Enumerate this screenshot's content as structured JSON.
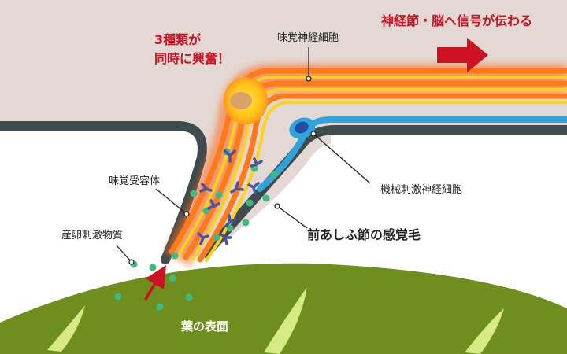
{
  "diagram": {
    "labels": {
      "three_types": "3種類が",
      "excited": "同時に興奮！",
      "taste_neuron": "味覚神経細胞",
      "signal_to_brain": "神経節・脳へ信号が伝わる",
      "taste_receptor": "味覚受容体",
      "mechano_neuron": "機械刺激神経細胞",
      "oviposition_stimulant": "産卵刺激物質",
      "sensory_hair": "前あしふ節の感覚毛",
      "leaf_surface": "葉の表面"
    },
    "colors": {
      "background_tissue": "#e3d8d3",
      "cuticle": "#3f4b4c",
      "taste_neuron_orange": "#ff7a1a",
      "taste_neuron_yellow": "#ffd21a",
      "mechano_neuron_blue": "#2fa3dd",
      "receptor_purple": "#4a52a8",
      "chemical_dots": "#3dba82",
      "arrow_red": "#cc1122",
      "leaf_green": "#6e8f1e"
    }
  }
}
